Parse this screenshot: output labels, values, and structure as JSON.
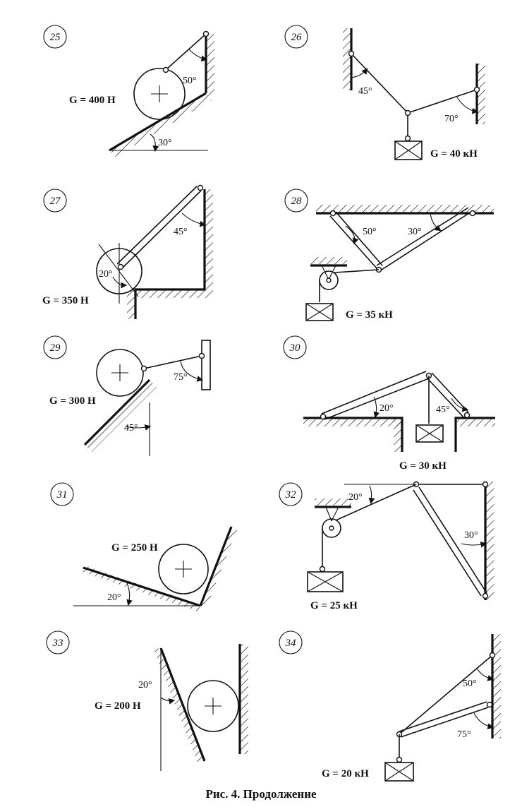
{
  "caption": "Рис. 4. Продолжение",
  "problems": [
    {
      "number": "25",
      "load": "G = 400 Н",
      "angles": [
        "50°",
        "30°"
      ]
    },
    {
      "number": "26",
      "load": "G = 40 кН",
      "angles": [
        "45°",
        "70°"
      ]
    },
    {
      "number": "27",
      "load": "G = 350 Н",
      "angles": [
        "45°",
        "20°"
      ]
    },
    {
      "number": "28",
      "load": "G = 35 кН",
      "angles": [
        "50°",
        "30°"
      ]
    },
    {
      "number": "29",
      "load": "G = 300 Н",
      "angles": [
        "75°",
        "45°"
      ]
    },
    {
      "number": "30",
      "load": "G = 30 кН",
      "angles": [
        "20°",
        "45°"
      ]
    },
    {
      "number": "31",
      "load": "G = 250 Н",
      "angles": [
        "20°"
      ]
    },
    {
      "number": "32",
      "load": "G = 25 кН",
      "angles": [
        "20°",
        "30°"
      ]
    },
    {
      "number": "33",
      "load": "G = 200 Н",
      "angles": [
        "20°"
      ]
    },
    {
      "number": "34",
      "load": "G = 20 кН",
      "angles": [
        "50°",
        "75°"
      ]
    }
  ]
}
